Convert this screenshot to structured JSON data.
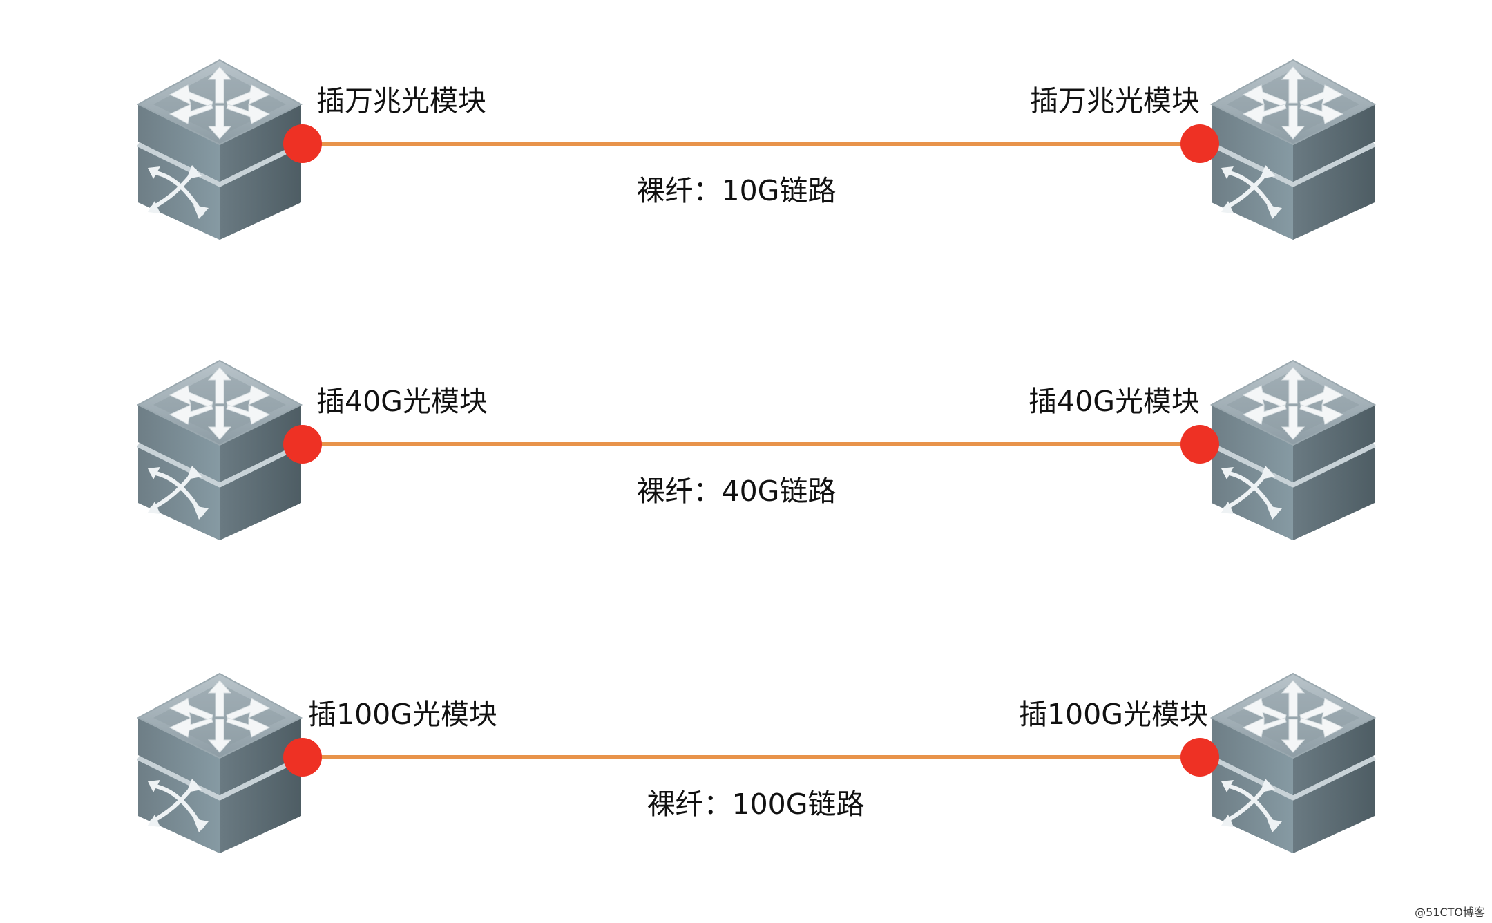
{
  "colors": {
    "link_line": "#E8934A",
    "port_dot": "#EE3124",
    "switch_dark": "#5E6E76",
    "switch_mid": "#7C8C94",
    "switch_light": "#A8B4BA",
    "label_text": "#111111"
  },
  "icons": {
    "device": "switch-icon"
  },
  "rows": [
    {
      "left_label": "插万兆光模块",
      "right_label": "插万兆光模块",
      "link_label": "裸纤：10G链路"
    },
    {
      "left_label": "插40G光模块",
      "right_label": "插40G光模块",
      "link_label": "裸纤：40G链路"
    },
    {
      "left_label": "插100G光模块",
      "right_label": "插100G光模块",
      "link_label": "裸纤：100G链路"
    }
  ],
  "watermark": "@51CTO博客"
}
